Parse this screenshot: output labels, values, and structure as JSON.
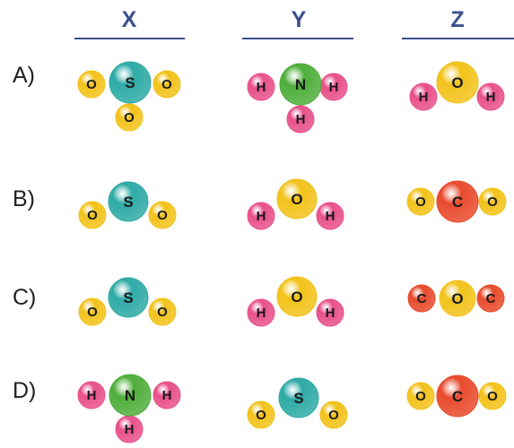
{
  "columns": [
    "X",
    "Y",
    "Z"
  ],
  "rows": [
    {
      "option": "A)",
      "molecules": [
        {
          "atoms": [
            {
              "el": "O",
              "color": "yellow"
            },
            {
              "el": "S",
              "color": "teal"
            },
            {
              "el": "O",
              "color": "yellow"
            },
            {
              "el": "O",
              "color": "yellow"
            }
          ]
        },
        {
          "atoms": [
            {
              "el": "H",
              "color": "pink"
            },
            {
              "el": "N",
              "color": "green"
            },
            {
              "el": "H",
              "color": "pink"
            },
            {
              "el": "H",
              "color": "pink"
            }
          ]
        },
        {
          "atoms": [
            {
              "el": "H",
              "color": "pink"
            },
            {
              "el": "O",
              "color": "yellow"
            },
            {
              "el": "H",
              "color": "pink"
            }
          ]
        }
      ]
    },
    {
      "option": "B)",
      "molecules": [
        {
          "atoms": [
            {
              "el": "O",
              "color": "yellow"
            },
            {
              "el": "S",
              "color": "teal"
            },
            {
              "el": "O",
              "color": "yellow"
            }
          ]
        },
        {
          "atoms": [
            {
              "el": "H",
              "color": "pink"
            },
            {
              "el": "O",
              "color": "yellow"
            },
            {
              "el": "H",
              "color": "pink"
            }
          ]
        },
        {
          "atoms": [
            {
              "el": "O",
              "color": "yellow"
            },
            {
              "el": "C",
              "color": "red"
            },
            {
              "el": "O",
              "color": "yellow"
            }
          ]
        }
      ]
    },
    {
      "option": "C)",
      "molecules": [
        {
          "atoms": [
            {
              "el": "O",
              "color": "yellow"
            },
            {
              "el": "S",
              "color": "teal"
            },
            {
              "el": "O",
              "color": "yellow"
            }
          ]
        },
        {
          "atoms": [
            {
              "el": "H",
              "color": "pink"
            },
            {
              "el": "O",
              "color": "yellow"
            },
            {
              "el": "H",
              "color": "pink"
            }
          ]
        },
        {
          "atoms": [
            {
              "el": "C",
              "color": "red"
            },
            {
              "el": "O",
              "color": "yellow"
            },
            {
              "el": "C",
              "color": "red"
            }
          ]
        }
      ]
    },
    {
      "option": "D)",
      "molecules": [
        {
          "atoms": [
            {
              "el": "H",
              "color": "pink"
            },
            {
              "el": "N",
              "color": "green"
            },
            {
              "el": "H",
              "color": "pink"
            },
            {
              "el": "H",
              "color": "pink"
            }
          ]
        },
        {
          "atoms": [
            {
              "el": "O",
              "color": "yellow"
            },
            {
              "el": "S",
              "color": "teal"
            },
            {
              "el": "O",
              "color": "yellow"
            }
          ]
        },
        {
          "atoms": [
            {
              "el": "O",
              "color": "yellow"
            },
            {
              "el": "C",
              "color": "red"
            },
            {
              "el": "O",
              "color": "yellow"
            }
          ]
        }
      ]
    }
  ],
  "colors": {
    "header": "#3b4f8f",
    "teal": "#2eaaa6",
    "green": "#4fae3b",
    "pink": "#e8508a",
    "yellow": "#f2c21a",
    "red": "#e84a2c"
  }
}
